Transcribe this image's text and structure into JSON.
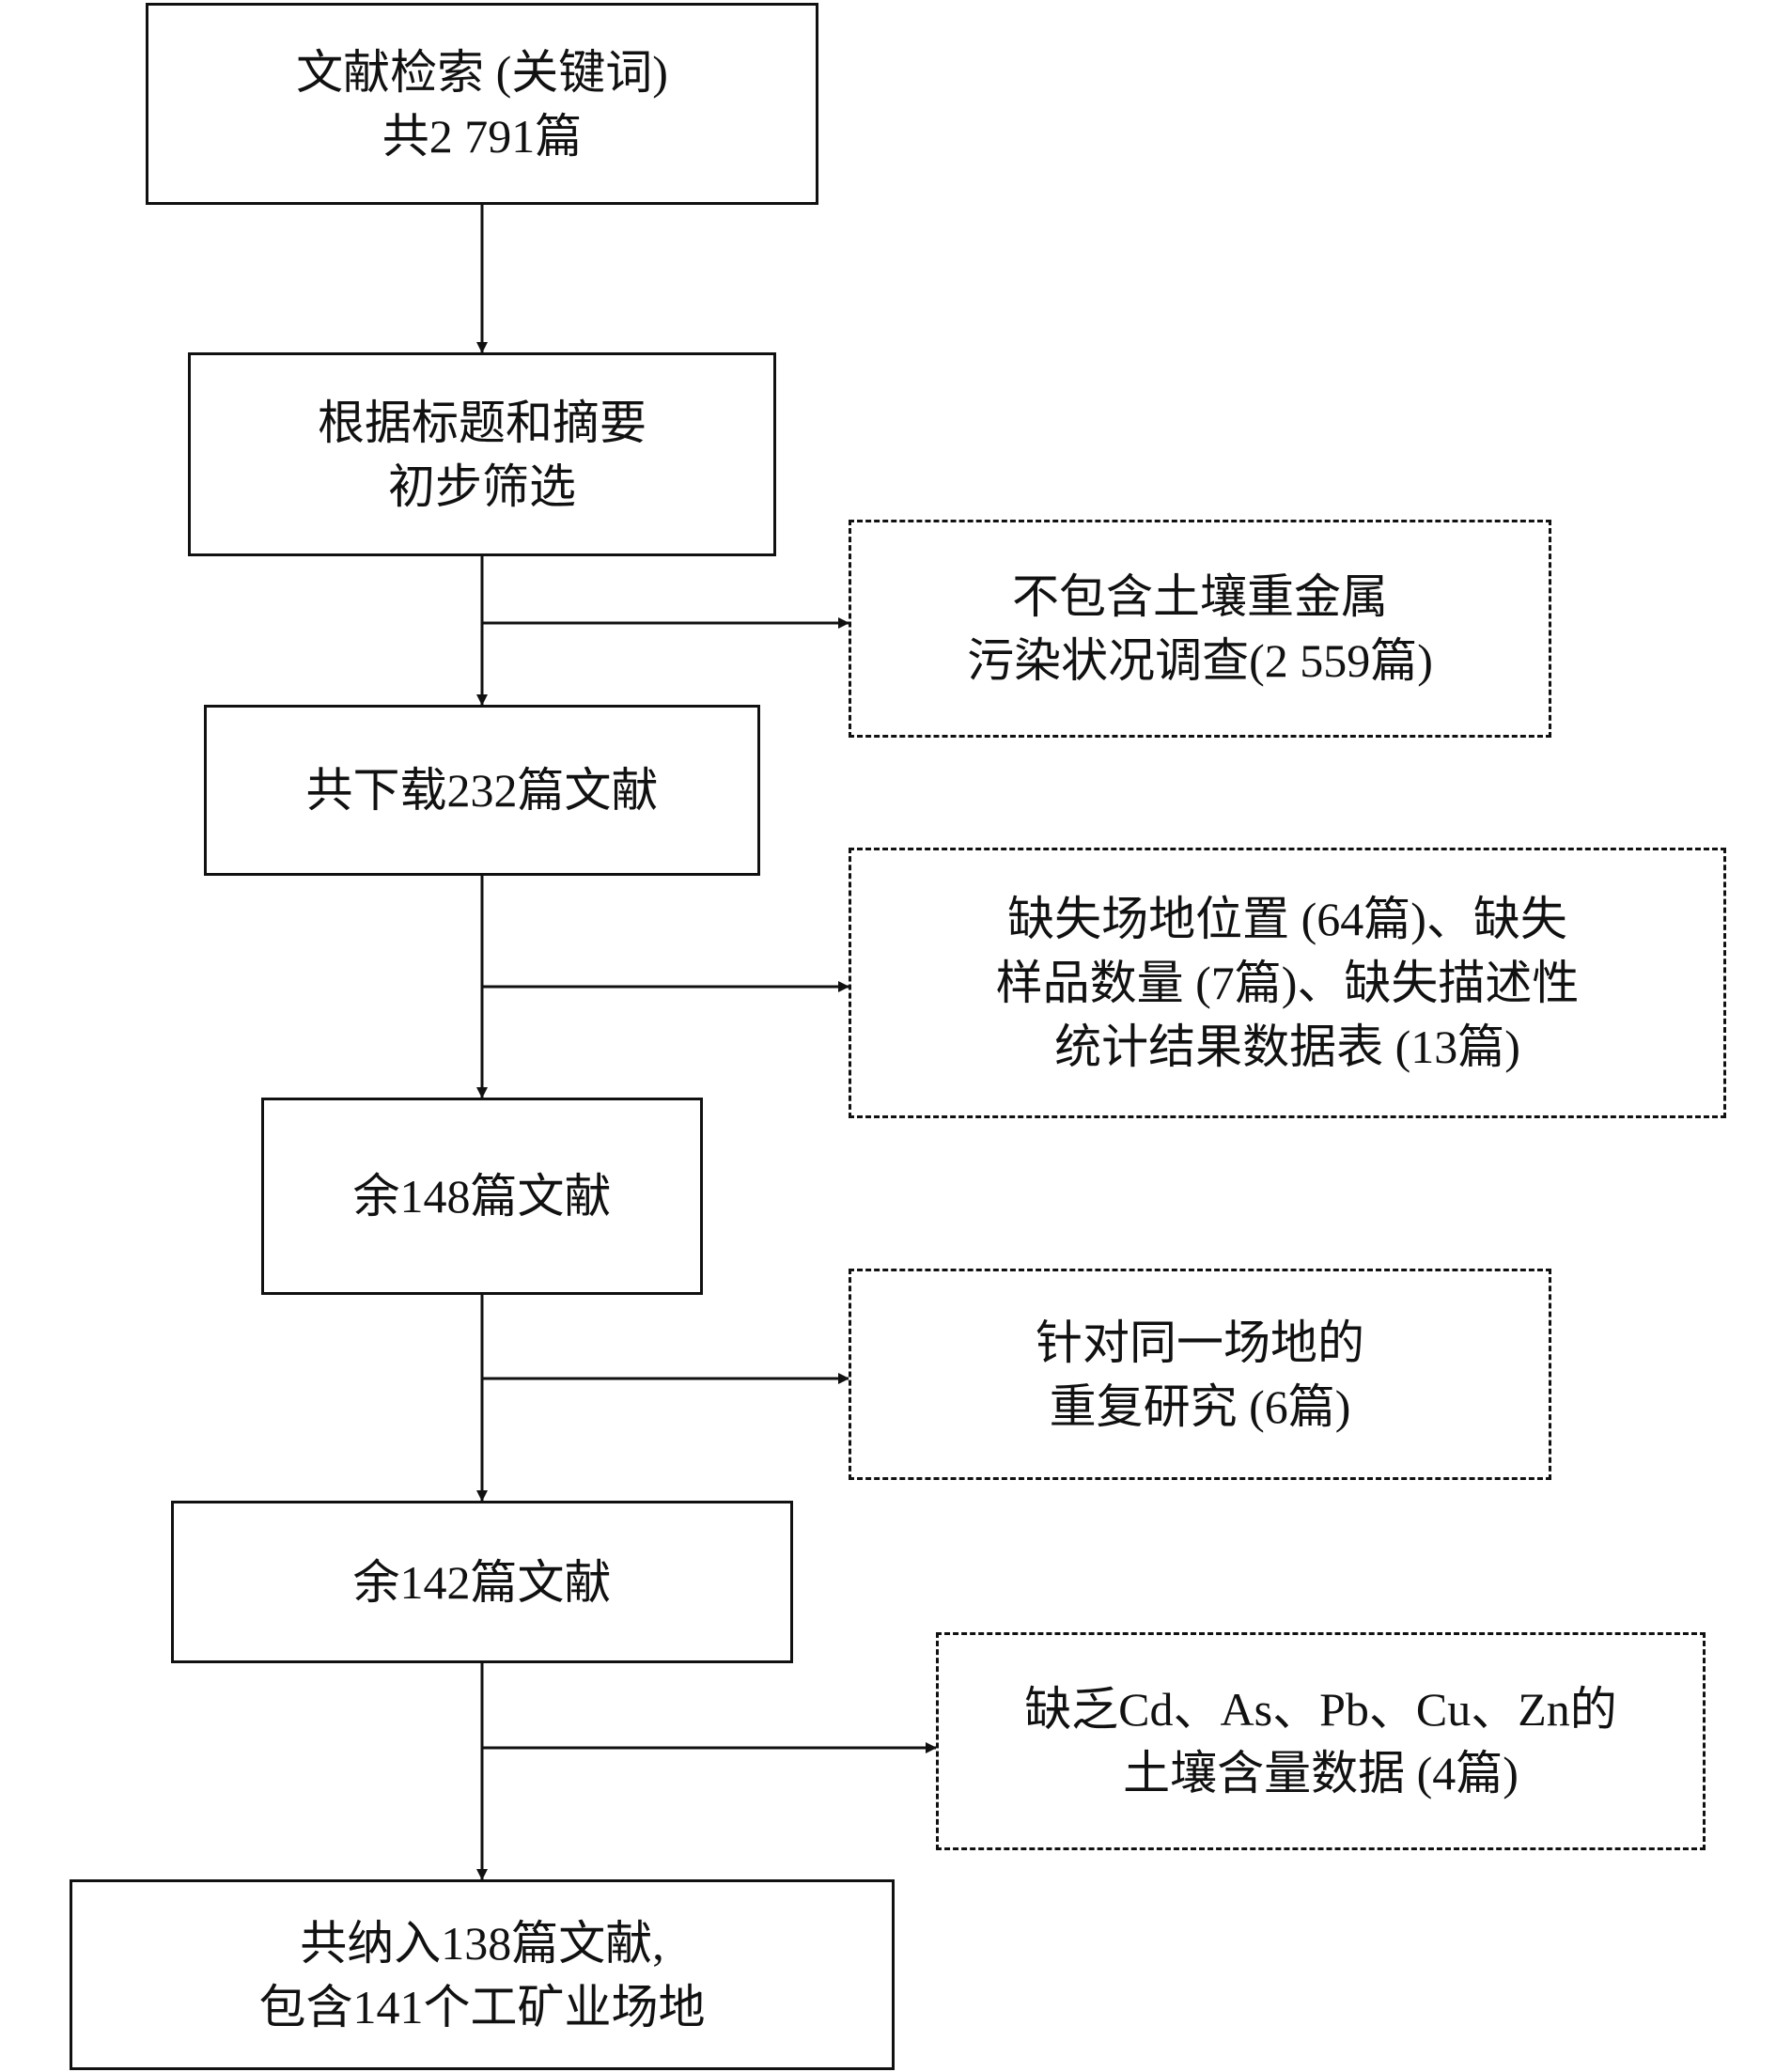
{
  "flow": {
    "main_steps": [
      {
        "lines": [
          "文献检索 (关键词)",
          "共2 791篇"
        ]
      },
      {
        "lines": [
          "根据标题和摘要",
          "初步筛选"
        ]
      },
      {
        "lines": [
          "共下载232篇文献"
        ]
      },
      {
        "lines": [
          "余148篇文献"
        ]
      },
      {
        "lines": [
          "余142篇文献"
        ]
      },
      {
        "lines": [
          "共纳入138篇文献,",
          "包含141个工矿业场地"
        ]
      }
    ],
    "exclusions": [
      {
        "lines": [
          "不包含土壤重金属",
          "污染状况调查(2 559篇)"
        ]
      },
      {
        "lines": [
          "缺失场地位置 (64篇)、缺失",
          "样品数量 (7篇)、缺失描述性",
          "统计结果数据表 (13篇)"
        ]
      },
      {
        "lines": [
          "针对同一场地的",
          "重复研究 (6篇)"
        ]
      },
      {
        "lines": [
          "缺乏Cd、As、Pb、Cu、Zn的",
          "土壤含量数据 (4篇)"
        ]
      }
    ]
  }
}
